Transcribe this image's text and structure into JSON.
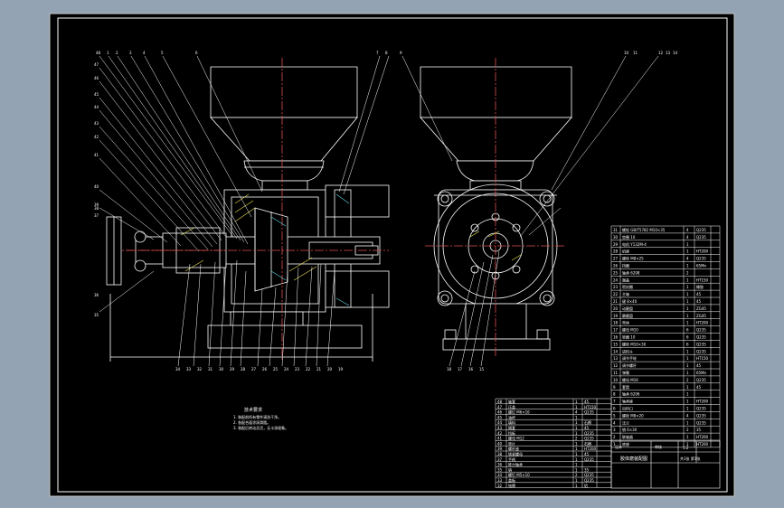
{
  "colors": {
    "window_bg": "#93a3b3",
    "sheet_bg": "#000000",
    "line": "#ffffff",
    "centerline": "#e05050",
    "accent_yellow": "#e8e050",
    "accent_cyan": "#60d8e8"
  },
  "drawing": {
    "left_view_numbers_top": [
      "48",
      "1",
      "2",
      "3",
      "4",
      "5",
      "6"
    ],
    "left_view_numbers_side": [
      "47",
      "46",
      "45",
      "44",
      "43",
      "42",
      "41",
      "40",
      "39",
      "38",
      "37"
    ],
    "left_view_numbers_bottom": [
      "34",
      "33",
      "32",
      "31",
      "30",
      "29",
      "28",
      "27",
      "26",
      "25",
      "24",
      "23",
      "22",
      "21",
      "20",
      "19"
    ],
    "left_view_numbers_left": [
      "36",
      "35"
    ],
    "right_view_numbers_top": [
      "7",
      "8",
      "9",
      "10",
      "11",
      "12",
      "13",
      "14"
    ],
    "right_view_numbers_bottom": [
      "18",
      "17",
      "16",
      "15"
    ]
  },
  "notes": {
    "title": "技术要求",
    "lines": [
      "1. 装配前所有零件清洗干净。",
      "2. 各配合面涂润滑脂。",
      "3. 装配后转动灵活，无卡滞现象。"
    ]
  },
  "bom": {
    "rows": [
      {
        "no": "31",
        "name": "螺栓 GB/T5782 M10×35",
        "qty": "4",
        "mat": "Q235"
      },
      {
        "no": "30",
        "name": "垫圈 10",
        "qty": "4",
        "mat": "Q235"
      },
      {
        "no": "29",
        "name": "电机 Y132M-4",
        "qty": "1",
        "mat": ""
      },
      {
        "no": "28",
        "name": "机座",
        "qty": "1",
        "mat": "HT200"
      },
      {
        "no": "27",
        "name": "螺栓 M8×25",
        "qty": "4",
        "mat": "Q235"
      },
      {
        "no": "26",
        "name": "挡圈",
        "qty": "1",
        "mat": "65Mn"
      },
      {
        "no": "25",
        "name": "轴承 6208",
        "qty": "2",
        "mat": ""
      },
      {
        "no": "24",
        "name": "端盖",
        "qty": "1",
        "mat": "HT150"
      },
      {
        "no": "23",
        "name": "密封圈",
        "qty": "1",
        "mat": "橡胶"
      },
      {
        "no": "22",
        "name": "主轴",
        "qty": "1",
        "mat": "45"
      },
      {
        "no": "21",
        "name": "键 8×40",
        "qty": "1",
        "mat": "45"
      },
      {
        "no": "20",
        "name": "动磨盘",
        "qty": "1",
        "mat": "ZG45"
      },
      {
        "no": "19",
        "name": "静磨盘",
        "qty": "1",
        "mat": "ZG45"
      },
      {
        "no": "18",
        "name": "壳体",
        "qty": "1",
        "mat": "HT200"
      },
      {
        "no": "17",
        "name": "螺母 M10",
        "qty": "6",
        "mat": "Q235"
      },
      {
        "no": "16",
        "name": "垫圈 10",
        "qty": "6",
        "mat": "Q235"
      },
      {
        "no": "15",
        "name": "螺栓 M10×30",
        "qty": "6",
        "mat": "Q235"
      },
      {
        "no": "14",
        "name": "进料斗",
        "qty": "1",
        "mat": "Q235"
      },
      {
        "no": "13",
        "name": "调节手轮",
        "qty": "1",
        "mat": "HT150"
      },
      {
        "no": "12",
        "name": "调节螺杆",
        "qty": "1",
        "mat": "45"
      },
      {
        "no": "11",
        "name": "弹簧",
        "qty": "1",
        "mat": "65Mn"
      },
      {
        "no": "10",
        "name": "螺母 M16",
        "qty": "2",
        "mat": "Q235"
      },
      {
        "no": "9",
        "name": "套筒",
        "qty": "1",
        "mat": "45"
      },
      {
        "no": "8",
        "name": "轴承 6206",
        "qty": "1",
        "mat": ""
      },
      {
        "no": "7",
        "name": "轴承座",
        "qty": "1",
        "mat": "HT200"
      },
      {
        "no": "6",
        "name": "出料口",
        "qty": "1",
        "mat": "Q235"
      },
      {
        "no": "5",
        "name": "螺栓 M8×20",
        "qty": "4",
        "mat": "Q235"
      },
      {
        "no": "4",
        "name": "法兰",
        "qty": "1",
        "mat": "Q235"
      },
      {
        "no": "3",
        "name": "销 6×30",
        "qty": "2",
        "mat": "35"
      },
      {
        "no": "2",
        "name": "联轴器",
        "qty": "1",
        "mat": "HT200"
      },
      {
        "no": "1",
        "name": "底座",
        "qty": "1",
        "mat": "HT200"
      }
    ],
    "rows2": [
      {
        "no": "48",
        "name": "轴套",
        "qty": "1",
        "mat": "45"
      },
      {
        "no": "47",
        "name": "压盖",
        "qty": "1",
        "mat": "HT150"
      },
      {
        "no": "46",
        "name": "螺钉 M6×16",
        "qty": "4",
        "mat": "Q235"
      },
      {
        "no": "45",
        "name": "油杯",
        "qty": "1",
        "mat": ""
      },
      {
        "no": "44",
        "name": "填料",
        "qty": "1",
        "mat": "石棉"
      },
      {
        "no": "43",
        "name": "隔套",
        "qty": "1",
        "mat": "45"
      },
      {
        "no": "42",
        "name": "挡板",
        "qty": "1",
        "mat": "Q235"
      },
      {
        "no": "41",
        "name": "螺母 M12",
        "qty": "2",
        "mat": "Q235"
      },
      {
        "no": "40",
        "name": "垫片",
        "qty": "1",
        "mat": "石棉"
      },
      {
        "no": "39",
        "name": "螺杆座",
        "qty": "1",
        "mat": "HT200"
      },
      {
        "no": "38",
        "name": "锁紧螺母",
        "qty": "1",
        "mat": "45"
      },
      {
        "no": "37",
        "name": "手柄",
        "qty": "1",
        "mat": "Q235"
      },
      {
        "no": "36",
        "name": "推力轴承",
        "qty": "1",
        "mat": ""
      },
      {
        "no": "35",
        "name": "销",
        "qty": "1",
        "mat": "35"
      },
      {
        "no": "34",
        "name": "螺钉 M5×10",
        "qty": "2",
        "mat": "Q235"
      },
      {
        "no": "33",
        "name": "盖板",
        "qty": "1",
        "mat": "Q235"
      },
      {
        "no": "32",
        "name": "铭牌",
        "qty": "1",
        "mat": "铝"
      }
    ]
  },
  "title_block": {
    "drawing_name": "胶体磨装配图",
    "scale": "1:2",
    "sheet": "共1张 第1张",
    "school": "",
    "drawn_by": "设计",
    "checked_by": "审核"
  }
}
